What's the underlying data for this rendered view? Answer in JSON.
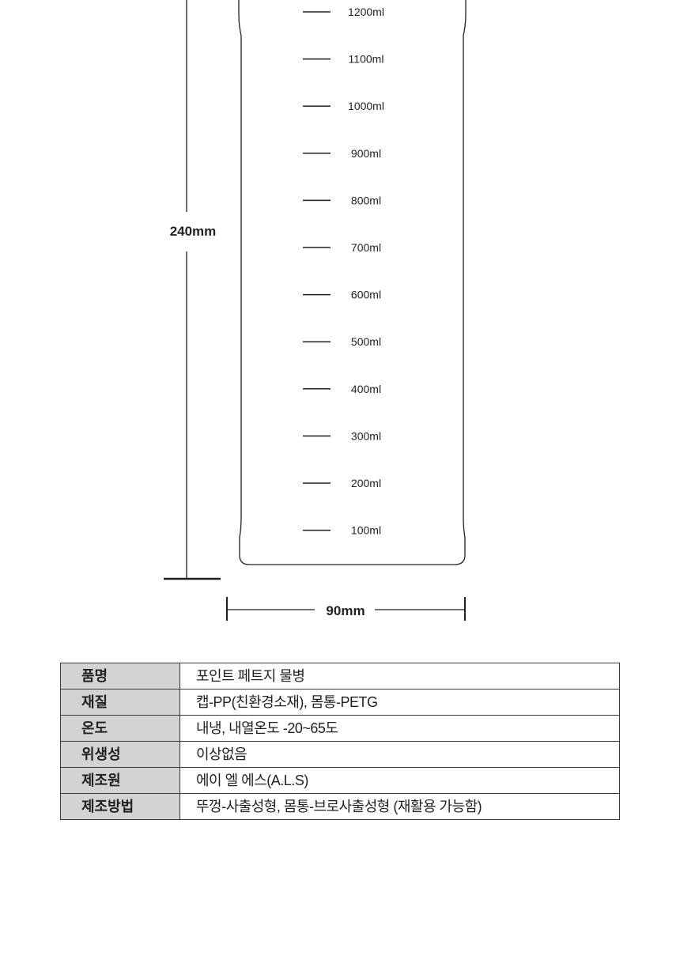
{
  "diagram": {
    "height_label": "240mm",
    "width_label": "90mm",
    "graduations": [
      "1200ml",
      "1100ml",
      "1000ml",
      "900ml",
      "800ml",
      "700ml",
      "600ml",
      "500ml",
      "400ml",
      "300ml",
      "200ml",
      "100ml"
    ]
  },
  "specs": [
    {
      "label": "품명",
      "value": "포인트 페트지 물병"
    },
    {
      "label": "재질",
      "value": "캡-PP(친환경소재), 몸통-PETG"
    },
    {
      "label": "온도",
      "value": "내냉, 내열온도 -20~65도"
    },
    {
      "label": "위생성",
      "value": "이상없음"
    },
    {
      "label": "제조원",
      "value": "에이 엘 에스(A.L.S)"
    },
    {
      "label": "제조방법",
      "value": "뚜껑-사출성형, 몸통-브로사출성형 (재활용 가능함)"
    }
  ]
}
